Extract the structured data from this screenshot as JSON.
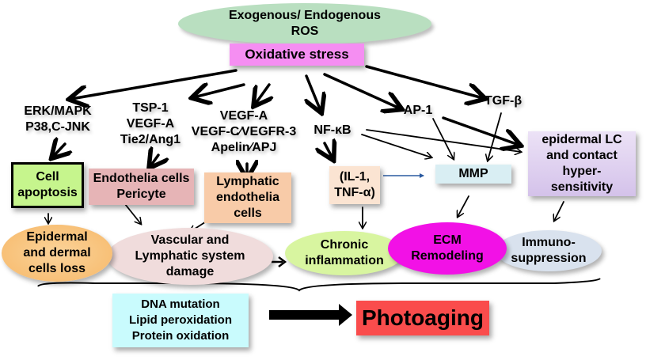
{
  "title": "Oxidative stress and photoaging pathways",
  "source": {
    "line1": "Exogenous/ Endogenous",
    "line2": "ROS"
  },
  "stress": "Oxidative stress",
  "pathways": {
    "erk": [
      "ERK/MAPK",
      "P38,C-JNK"
    ],
    "tsp": [
      "TSP-1",
      "VEGF-A",
      "Tie2/Ang1"
    ],
    "vegf": [
      "VEGF-A",
      "VEGF-C∕VEGFR-3",
      "Apelin∕APJ"
    ],
    "nfkb": "NF-κB",
    "ap1": "AP-1",
    "tgf": "TGF-β"
  },
  "intermediates": {
    "apoptosis": [
      "Cell",
      "apoptosis"
    ],
    "endothelia": [
      "Endothelia cells",
      "Pericyte"
    ],
    "lymphatic": [
      "Lymphatic",
      "endothelia",
      "cells"
    ],
    "cytokines": [
      "(IL-1,",
      "TNF-α)"
    ],
    "mmp": "MMP",
    "langerhans": [
      "epidermal LC",
      "and contact",
      "hyper-",
      "sensitivity"
    ]
  },
  "outcomes": {
    "cell_loss": [
      "Epidermal",
      "and dermal",
      "cells loss"
    ],
    "vascular": [
      "Vascular  and",
      "Lymphatic  system",
      "damage"
    ],
    "inflammation": [
      "Chronic",
      "inflammation"
    ],
    "ecm": [
      "ECM",
      "Remodeling"
    ],
    "immuno": [
      "Immuno-",
      "suppression"
    ]
  },
  "damage": [
    "DNA mutation",
    "Lipid peroxidation",
    "Protein oxidation"
  ],
  "result": "Photoaging",
  "colors": {
    "source": "#b9dfc0",
    "stress": "#f58ef2",
    "apoptosis": "#c6f58d",
    "endothelia": "#e6b4b6",
    "lymphatic": "#f8cba8",
    "cytokines": "#fbe4d2",
    "mmp": "#d9eef3",
    "langerhans": "#dccdee",
    "cell_loss": "#f9c98a",
    "vascular": "#f0dcdc",
    "inflammation": "#d8f5a0",
    "ecm": "#f211e6",
    "immuno": "#d9e2ee",
    "damage": "#c9fbfd",
    "result": "#fa4c4c"
  }
}
